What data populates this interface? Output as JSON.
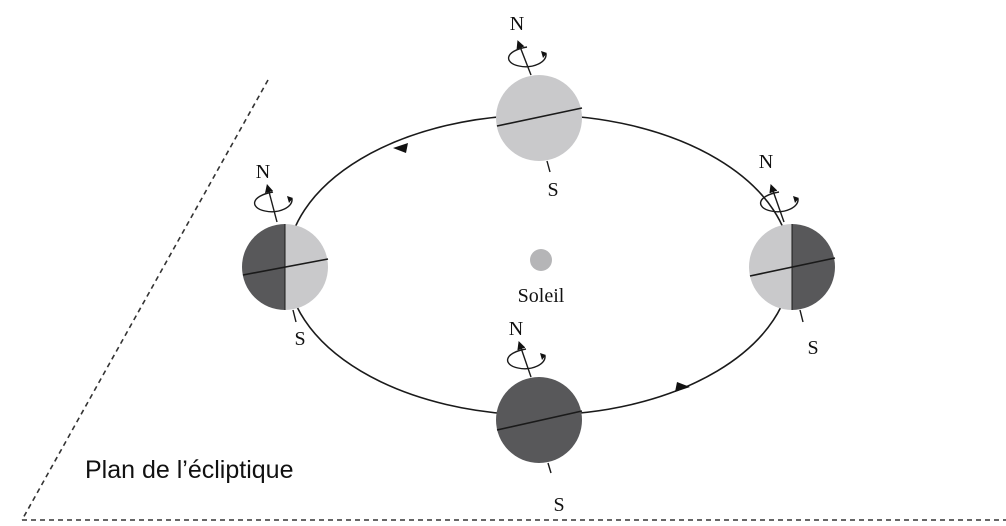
{
  "diagram": {
    "plane_label": "Plan de l’écliptique",
    "sun_label": "Soleil",
    "north_label": "N",
    "south_label": "S",
    "colors": {
      "day": "#c9c9cb",
      "night": "#58585a",
      "sun": "#b5b5b7",
      "line": "#1a1a1a",
      "page": "#ffffff"
    }
  }
}
